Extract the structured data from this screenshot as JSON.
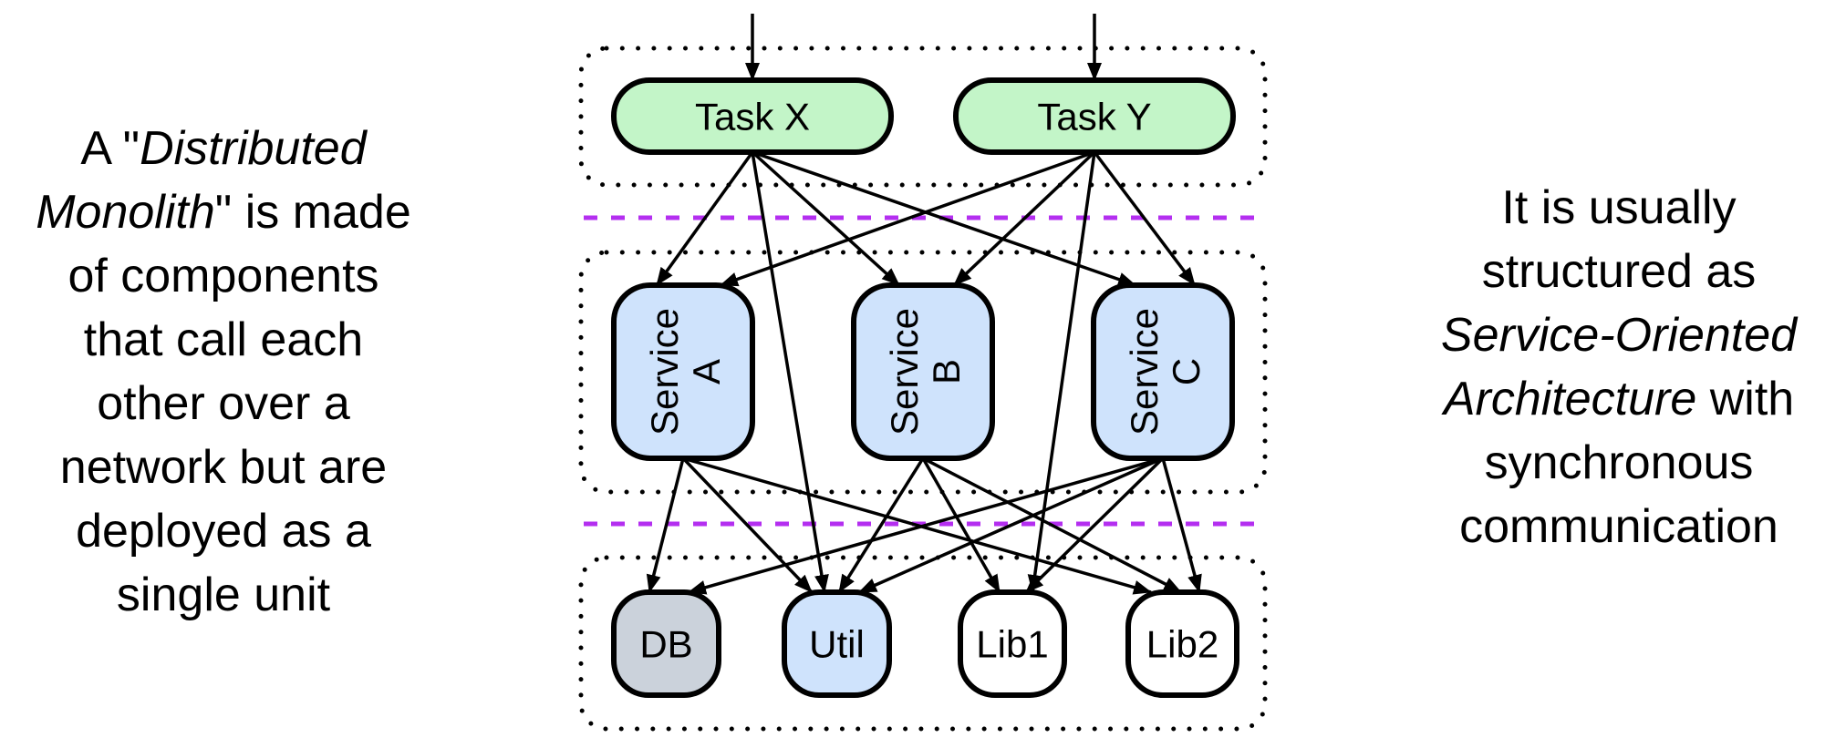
{
  "left_caption": {
    "lines": [
      [
        {
          "t": "A \"",
          "i": false
        },
        {
          "t": "Distributed",
          "i": true
        }
      ],
      [
        {
          "t": "Monolith",
          "i": true
        },
        {
          "t": "\" is made",
          "i": false
        }
      ],
      [
        {
          "t": "of components",
          "i": false
        }
      ],
      [
        {
          "t": "that call each",
          "i": false
        }
      ],
      [
        {
          "t": "other over a",
          "i": false
        }
      ],
      [
        {
          "t": "network but are",
          "i": false
        }
      ],
      [
        {
          "t": "deployed as a",
          "i": false
        }
      ],
      [
        {
          "t": "single unit",
          "i": false
        }
      ]
    ]
  },
  "right_caption": {
    "lines": [
      [
        {
          "t": "It is usually",
          "i": false
        }
      ],
      [
        {
          "t": "structured as",
          "i": false
        }
      ],
      [
        {
          "t": "Service-Oriented",
          "i": true
        }
      ],
      [
        {
          "t": "Architecture",
          "i": true
        },
        {
          "t": " with",
          "i": false
        }
      ],
      [
        {
          "t": "synchronous",
          "i": false
        }
      ],
      [
        {
          "t": "communication",
          "i": false
        }
      ]
    ]
  },
  "colors": {
    "task_fill": "#c3f5c8",
    "service_fill": "#cfe3fc",
    "db_fill": "#cbd2db",
    "lib_fill": "#ffffff",
    "layer_divider": "#b42ff0",
    "stroke": "#000000"
  },
  "diagram": {
    "layers": [
      "tasks",
      "services",
      "components"
    ],
    "nodes": {
      "task_x": {
        "label": "Task X",
        "kind": "task"
      },
      "task_y": {
        "label": "Task Y",
        "kind": "task"
      },
      "service_a": {
        "label": [
          "Service",
          "A"
        ],
        "kind": "service"
      },
      "service_b": {
        "label": [
          "Service",
          "B"
        ],
        "kind": "service"
      },
      "service_c": {
        "label": [
          "Service",
          "C"
        ],
        "kind": "service"
      },
      "db": {
        "label": "DB",
        "kind": "db"
      },
      "util": {
        "label": "Util",
        "kind": "util"
      },
      "lib1": {
        "label": "Lib1",
        "kind": "lib"
      },
      "lib2": {
        "label": "Lib2",
        "kind": "lib"
      }
    },
    "entry_edges": [
      "task_x",
      "task_y"
    ],
    "edges": [
      [
        "task_x",
        "service_a"
      ],
      [
        "task_x",
        "util"
      ],
      [
        "task_x",
        "service_b"
      ],
      [
        "task_x",
        "service_c"
      ],
      [
        "task_y",
        "service_a"
      ],
      [
        "task_y",
        "service_b"
      ],
      [
        "task_y",
        "lib1"
      ],
      [
        "task_y",
        "service_c"
      ],
      [
        "service_a",
        "db"
      ],
      [
        "service_a",
        "util"
      ],
      [
        "service_a",
        "lib2"
      ],
      [
        "service_b",
        "util"
      ],
      [
        "service_b",
        "lib1"
      ],
      [
        "service_b",
        "lib2"
      ],
      [
        "service_c",
        "db"
      ],
      [
        "service_c",
        "util"
      ],
      [
        "service_c",
        "lib1"
      ],
      [
        "service_c",
        "lib2"
      ]
    ]
  }
}
